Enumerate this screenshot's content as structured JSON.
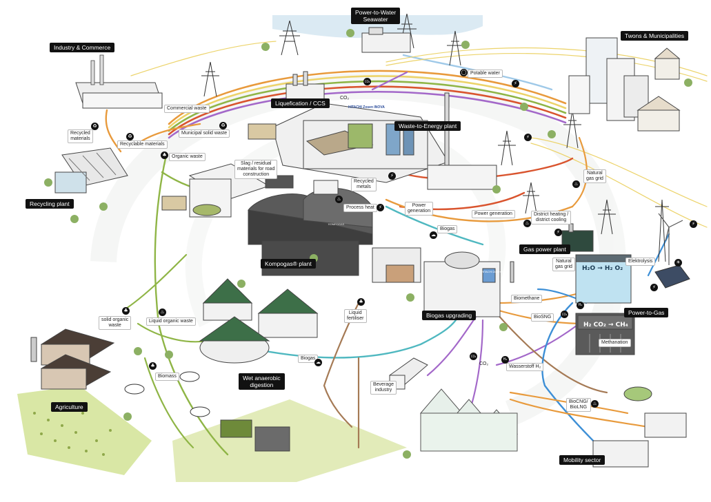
{
  "colors": {
    "waste": "#d9542e",
    "orange": "#e89a3c",
    "green": "#8fb546",
    "yellow": "#ecd36a",
    "teal": "#4fb8c0",
    "blue": "#3d8fd6",
    "purple": "#a368c9",
    "brown": "#a57a55",
    "lightblue": "#9fc9e8"
  },
  "facilities": {
    "power_to_water": "Power-to-Water\nSeawater",
    "industry": "Industry & Commerce",
    "towns": "Twons & Municipalities",
    "liquefaction": "Liquefication / CCS",
    "wte": "Waste-to-Energy plant",
    "recycling": "Recycling plant",
    "kompogas": "Kompogas® plant",
    "gas_power": "Gas power plant",
    "biogas_upgrading": "Biogas upgrading",
    "power_to_gas": "Power-to-Gas",
    "wet_ad": "Wet anaerobic\ndigestion",
    "agriculture": "Agriculture",
    "mobility": "Mobility sector"
  },
  "flows": {
    "potable_water": "Potable water",
    "commercial_waste": "Commercial waste",
    "municipal_waste": "Municipal solid waste",
    "recycled_materials": "Recycled\nmaterials",
    "recyclable_materials": "Recyclable materials",
    "organic_waste": "Organic waste",
    "slag": "Slag / residual\nmaterials for road\nconstruction",
    "recycled_metals": "Recycled\nmetals",
    "process_heat": "Process heat",
    "power_gen_1": "Power\ngeneration",
    "power_gen_2": "Power generation",
    "district_heating": "District heating /\ndistrict cooling",
    "natural_gas_grid_1": "Natural\ngas grid",
    "natural_gas_grid_2": "Natural\ngas grid",
    "biogas_1": "Biogas",
    "biogas_2": "Biogas",
    "elektrolysis": "Elektrolysis",
    "biomethane": "Biomethane",
    "biosng": "BioSNG",
    "methanation": "Methanation",
    "liquid_fertiliser": "Liquid\nfertiliser",
    "solid_organic": "solid organic\nwaste",
    "liquid_organic": "Liquid organic waste",
    "biomass": "Biomass",
    "beverage": "Beverage\nindustry",
    "wasserstoff": "Wasserstoff H₂",
    "biocng": "BioCNG/\nBioLNG"
  },
  "chem": {
    "co2_a": "CO₂",
    "co2_b": "CO₂",
    "co2_c": "CO₂",
    "co2_d": "CO₂",
    "h2_a": "H₂",
    "h2_b": "H₂",
    "elektro_eq": "H₂O → H₂ O₂",
    "meth_eq": "H₂ CO₂ → CH₄"
  },
  "building_text": {
    "hitachi_1": "HITACHI Zosen INOVA",
    "hitachi_2": "HITACHI Zosen INOVA",
    "kompogas_sign": "KOMPOGAS"
  }
}
